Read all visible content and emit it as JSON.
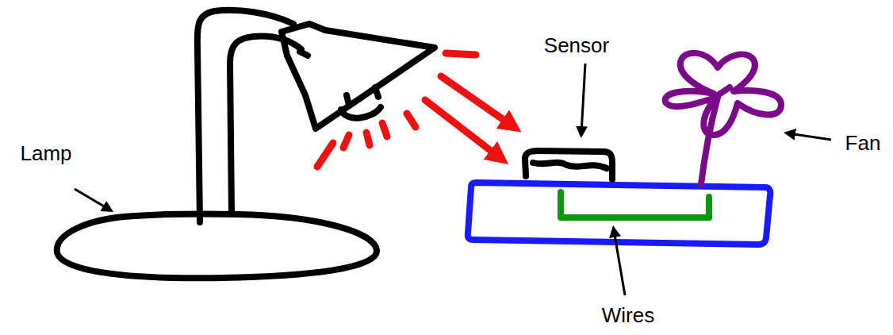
{
  "diagram": {
    "labels": [
      "Lamp",
      "Sensor",
      "Fan",
      "Wires"
    ]
  }
}
